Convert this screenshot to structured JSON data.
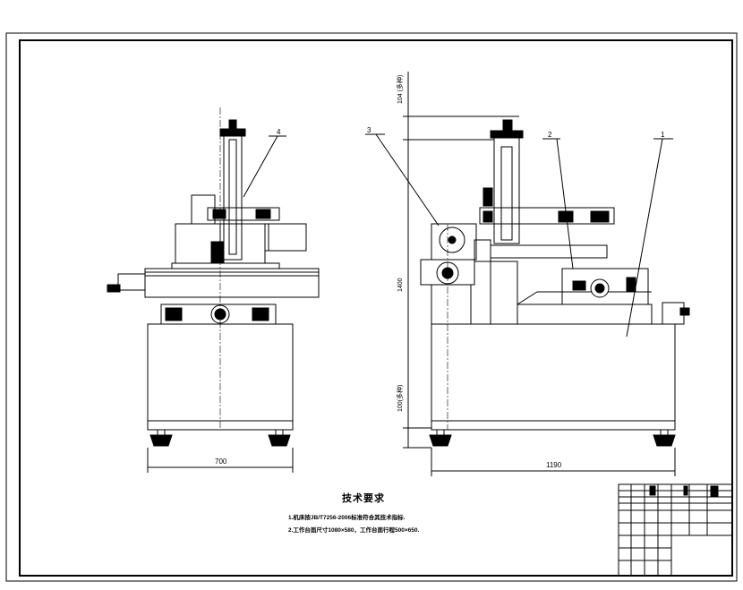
{
  "dimensions": {
    "front_width": "700",
    "side_width": "1190",
    "total_height": "1400",
    "top_adjust": "104 (多种)",
    "bottom_adjust": "100(多种)"
  },
  "callouts": {
    "c1": "1",
    "c2": "2",
    "c3": "3",
    "c4": "4"
  },
  "notes": {
    "title": "技术要求",
    "line1": "1.机床按JB/T7256-2006标准符合其技术指标.",
    "line2": "2.工作台面尺寸1080×580，工作台面行程500×650."
  },
  "title_block": {
    "name_cell": ""
  }
}
